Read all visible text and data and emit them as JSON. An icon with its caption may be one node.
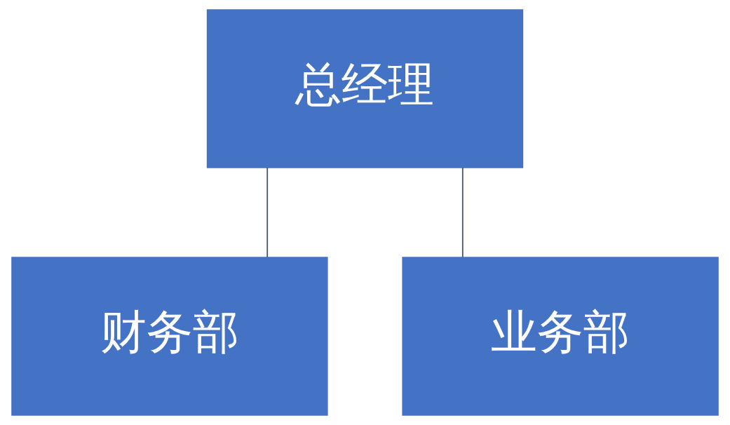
{
  "diagram": {
    "nodes": [
      {
        "text": [
          "总经理"
        ]
      },
      {
        "text": [
          "财务部"
        ]
      },
      {
        "text": [
          "业务部"
        ]
      }
    ],
    "edges": [
      {
        "from": 0,
        "to": 1,
        "arrow": "none"
      },
      {
        "from": 0,
        "to": 2,
        "arrow": "none"
      }
    ]
  }
}
